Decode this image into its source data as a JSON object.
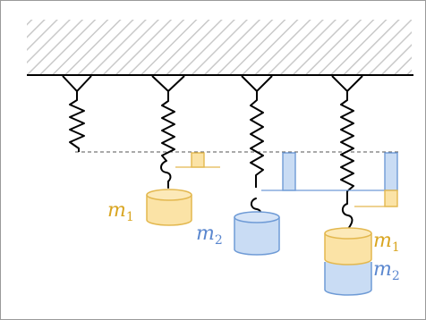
{
  "colors": {
    "frame": "#9a9a9a",
    "ceiling_line": "#000000",
    "hatch": "#c9c9c9",
    "spring": "#000000",
    "dashed": "#555555",
    "m1_fill": "#fbe3a6",
    "m1_stroke": "#e3b84f",
    "m1_text": "#d9a520",
    "m2_fill": "#c9dcf4",
    "m2_stroke": "#6f9bd6",
    "m2_text": "#5a87cf",
    "indicator_orange": "#e3b84f",
    "indicator_blue": "#6f9bd6"
  },
  "labels": {
    "m1_italic": "m",
    "m1_sub": "1",
    "m2_italic": "m",
    "m2_sub": "2",
    "m1b_italic": "m",
    "m1b_sub": "1",
    "m2b_italic": "m",
    "m2b_sub": "2"
  },
  "icons": {
    "ceiling": "hatched-ceiling-icon",
    "spring": "zigzag-spring-icon",
    "mount": "triangle-mount-icon"
  }
}
